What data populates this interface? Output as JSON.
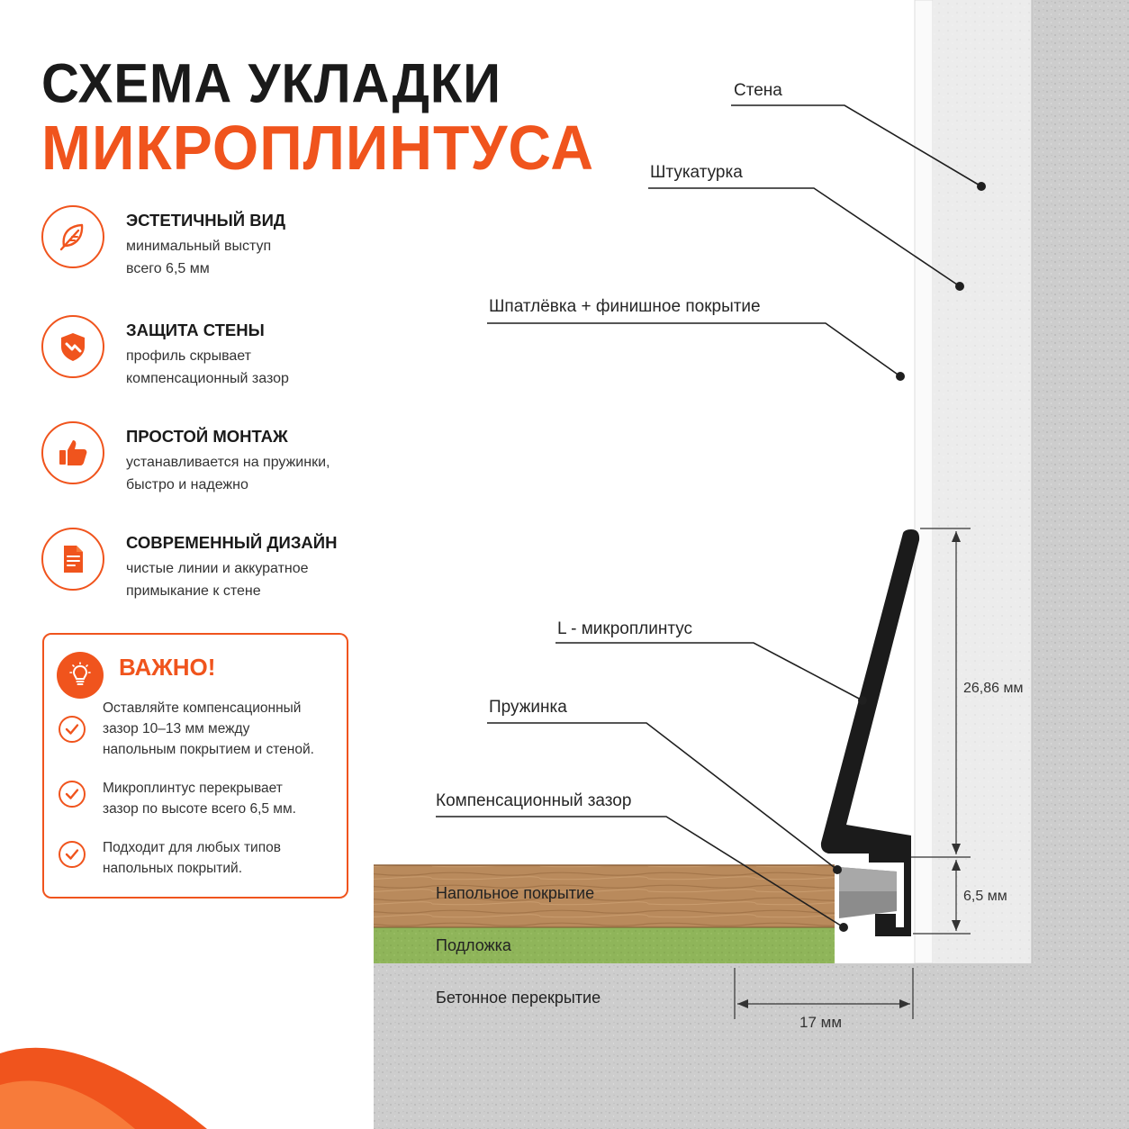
{
  "title": {
    "line1": "СХЕМА УКЛАДКИ",
    "line2": "МИКРОПЛИНТУСА"
  },
  "features": [
    {
      "icon": "leaf-icon",
      "title": "ЭСТЕТИЧНЫЙ ВИД",
      "line1": "минимальный выступ",
      "line2": "всего 6,5 мм"
    },
    {
      "icon": "shield-icon",
      "title": "ЗАЩИТА СТЕНЫ",
      "line1": "профиль скрывает",
      "line2": "компенсационный зазор"
    },
    {
      "icon": "thumbs-up-icon",
      "title": "ПРОСТОЙ МОНТАЖ",
      "line1": "устанавливается на пружинки,",
      "line2": "быстро и надежно"
    },
    {
      "icon": "document-icon",
      "title": "СОВРЕМЕННЫЙ ДИЗАЙН",
      "line1": "чистые линии и аккуратное",
      "line2": "примыкание к стене"
    }
  ],
  "important": {
    "title": "ВАЖНО!",
    "items": [
      {
        "line1": "Оставляйте компенсационный",
        "line2": "зазор 10–13 мм между",
        "line3": "напольным покрытием и стеной."
      },
      {
        "line1": "Микроплинтус перекрывает",
        "line2": "зазор по высоте всего 6,5 мм."
      },
      {
        "line1": "Подходит для любых типов",
        "line2": "напольных покрытий."
      }
    ]
  },
  "diagram": {
    "labels": {
      "wall": "Стена",
      "plaster": "Штукатурка",
      "putty": "Шпатлёвка + финишное покрытие",
      "plinth": "L - микроплинтус",
      "spring": "Пружинка",
      "gap": "Компенсационный зазор"
    },
    "layers": {
      "floor": "Напольное покрытие",
      "underlay": "Подложка",
      "concrete": "Бетонное перекрытие"
    },
    "dimensions": {
      "height": "26,86 мм",
      "protrusion": "6,5 мм",
      "width": "17 мм"
    }
  },
  "colors": {
    "accent": "#f0541d",
    "wood": "#b98a5c",
    "underlay": "#8fb55a",
    "concrete": "#cfcfcf",
    "profile": "#1b1b1b"
  }
}
